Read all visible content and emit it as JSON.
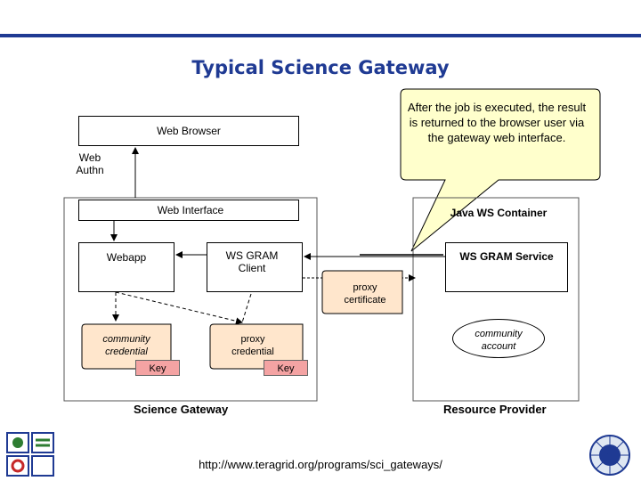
{
  "title": "Typical Science Gateway",
  "callout": "After the job is executed, the result is returned to the browser user via the gateway web interface.",
  "nodes": {
    "web_browser": "Web Browser",
    "web_authn": "Web Authn",
    "web_interface": "Web Interface",
    "java_ws_container": "Java WS Container",
    "webapp": "Webapp",
    "ws_gram_client": "WS GRAM Client",
    "ws_gram_service": "WS GRAM Service",
    "proxy_certificate": "proxy certificate",
    "community_credential": "community credential",
    "proxy_credential": "proxy credential",
    "community_account": "community account",
    "key_left": "Key",
    "key_right": "Key"
  },
  "groups": {
    "science_gateway": "Science Gateway",
    "resource_provider": "Resource Provider"
  },
  "url": "http://www.teragrid.org/programs/sci_gateways/",
  "colors": {
    "title": "#1f3a93",
    "callout_fill": "#ffffcc",
    "key_fill": "#f4a3a3",
    "scroll_fill": "#ffe6cc"
  }
}
